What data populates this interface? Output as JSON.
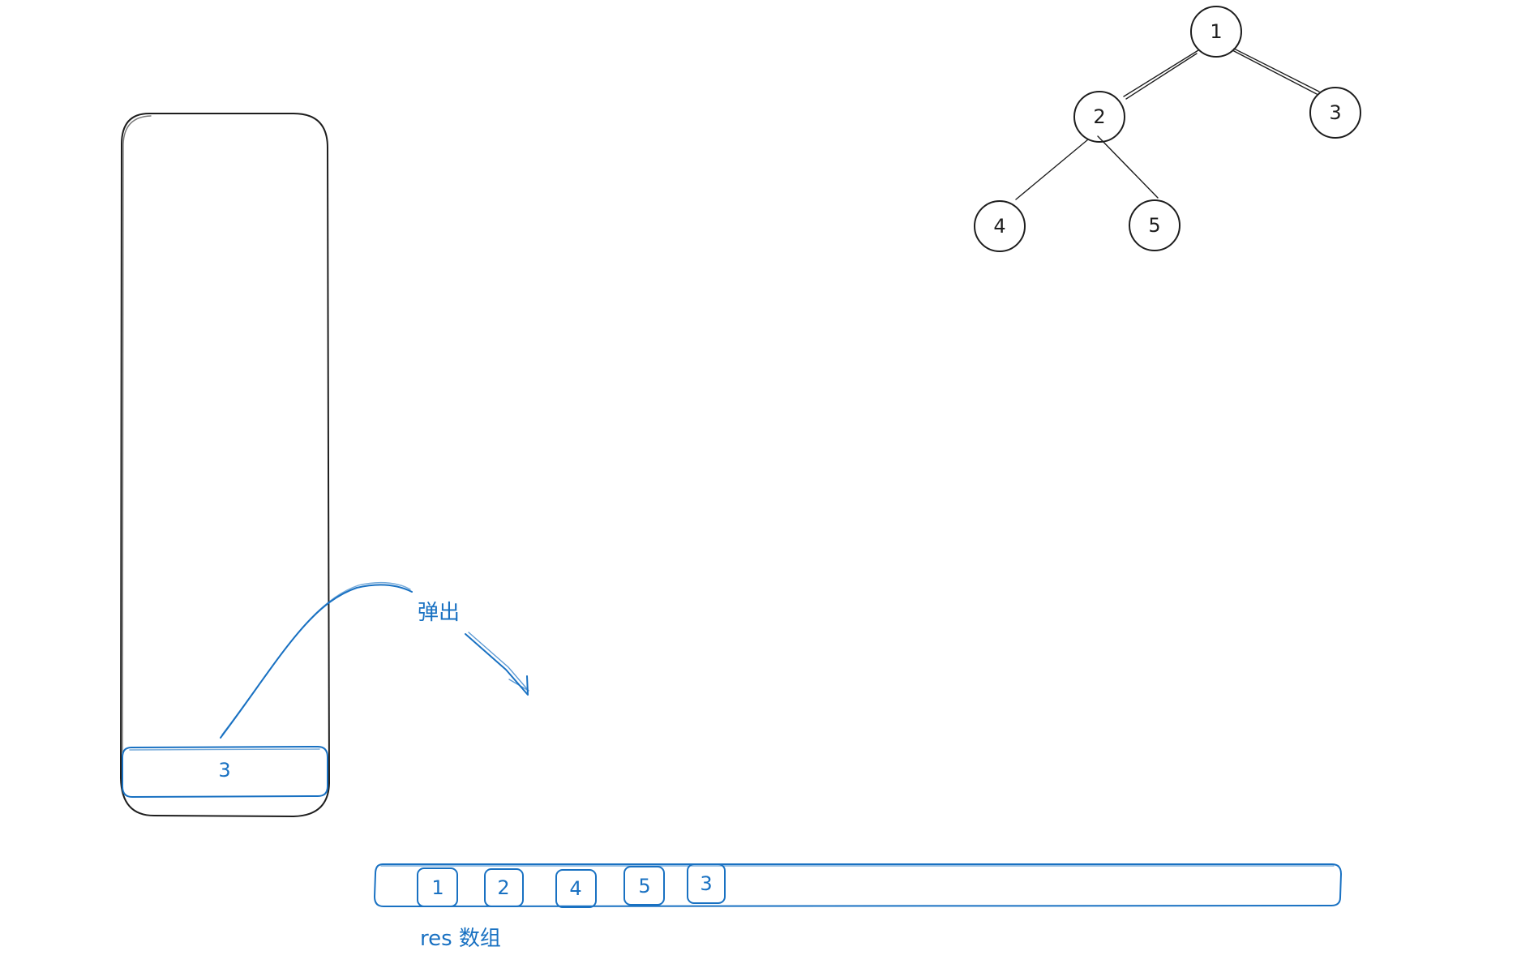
{
  "tree": {
    "nodes": [
      {
        "id": "n1",
        "label": "1"
      },
      {
        "id": "n2",
        "label": "2"
      },
      {
        "id": "n3",
        "label": "3"
      },
      {
        "id": "n4",
        "label": "4"
      },
      {
        "id": "n5",
        "label": "5"
      }
    ],
    "edges": [
      {
        "from": "1",
        "to": "2"
      },
      {
        "from": "1",
        "to": "3"
      },
      {
        "from": "2",
        "to": "4"
      },
      {
        "from": "2",
        "to": "5"
      }
    ]
  },
  "stack": {
    "items": [
      "3"
    ]
  },
  "pop_label": "弹出",
  "res": {
    "label": "res 数组",
    "items": [
      "1",
      "2",
      "4",
      "5",
      "3"
    ]
  },
  "colors": {
    "ink": "#1e1e1e",
    "accent": "#1971c2"
  }
}
